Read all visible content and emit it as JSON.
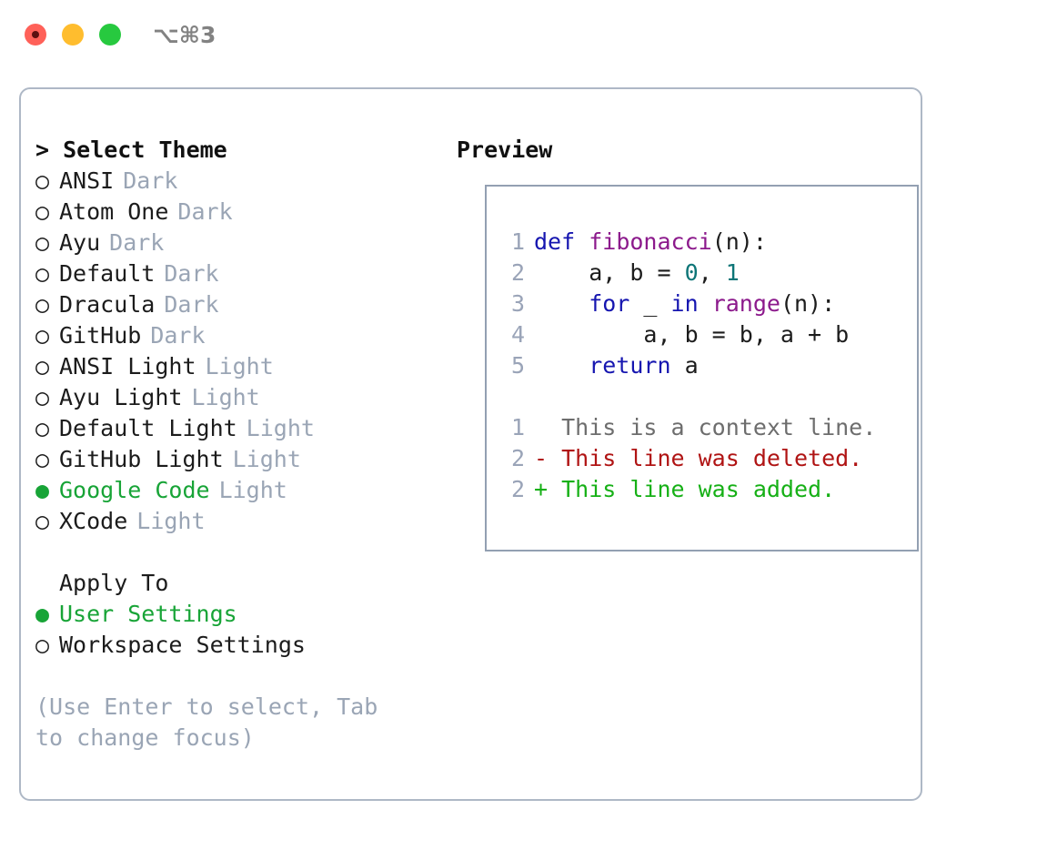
{
  "window": {
    "shortcut_label": "⌥⌘3",
    "traffic_lights": [
      {
        "name": "close",
        "color": "#ff6159"
      },
      {
        "name": "minimize",
        "color": "#ffbd2e"
      },
      {
        "name": "maximize",
        "color": "#27c93f"
      }
    ]
  },
  "colors": {
    "accent_green": "#18a437",
    "muted": "#9aa5b5",
    "border": "#aeb8c6",
    "preview_border": "#93a0b2",
    "keyword": "#1616b0",
    "function": "#8c1a8c",
    "number": "#0d7577",
    "text": "#1c1c1c",
    "diff_context": "#6d6d6d",
    "diff_deleted": "#b01414",
    "diff_added": "#16b016",
    "line_number": "#9aa4b8"
  },
  "theme_panel": {
    "title": "> Select Theme",
    "options": [
      {
        "bullet": "○",
        "label": "ANSI",
        "tag": "Dark",
        "selected": false
      },
      {
        "bullet": "○",
        "label": "Atom One",
        "tag": "Dark",
        "selected": false
      },
      {
        "bullet": "○",
        "label": "Ayu",
        "tag": "Dark",
        "selected": false
      },
      {
        "bullet": "○",
        "label": "Default",
        "tag": "Dark",
        "selected": false
      },
      {
        "bullet": "○",
        "label": "Dracula",
        "tag": "Dark",
        "selected": false
      },
      {
        "bullet": "○",
        "label": "GitHub",
        "tag": "Dark",
        "selected": false
      },
      {
        "bullet": "○",
        "label": "ANSI Light",
        "tag": "Light",
        "selected": false
      },
      {
        "bullet": "○",
        "label": "Ayu Light",
        "tag": "Light",
        "selected": false
      },
      {
        "bullet": "○",
        "label": "Default Light",
        "tag": "Light",
        "selected": false
      },
      {
        "bullet": "○",
        "label": "GitHub Light",
        "tag": "Light",
        "selected": false
      },
      {
        "bullet": "●",
        "label": "Google Code",
        "tag": "Light",
        "selected": true
      },
      {
        "bullet": "○",
        "label": "XCode",
        "tag": "Light",
        "selected": false
      }
    ]
  },
  "apply_to": {
    "title": "Apply To",
    "options": [
      {
        "bullet": "●",
        "label": "User Settings",
        "selected": true
      },
      {
        "bullet": "○",
        "label": "Workspace Settings",
        "selected": false
      }
    ]
  },
  "hint": "(Use Enter to select, Tab to change focus)",
  "preview_panel": {
    "title": "Preview",
    "code_lines": [
      {
        "ln": "1",
        "tokens": [
          {
            "t": "def ",
            "c": "kw"
          },
          {
            "t": "fibonacci",
            "c": "fn"
          },
          {
            "t": "(n):",
            "c": "txt"
          }
        ]
      },
      {
        "ln": "2",
        "tokens": [
          {
            "t": "    a, b = ",
            "c": "txt"
          },
          {
            "t": "0",
            "c": "num"
          },
          {
            "t": ", ",
            "c": "txt"
          },
          {
            "t": "1",
            "c": "num"
          }
        ]
      },
      {
        "ln": "3",
        "tokens": [
          {
            "t": "    for ",
            "c": "kw"
          },
          {
            "t": "_ ",
            "c": "txt"
          },
          {
            "t": "in ",
            "c": "kw"
          },
          {
            "t": "range",
            "c": "fn"
          },
          {
            "t": "(n):",
            "c": "txt"
          }
        ]
      },
      {
        "ln": "4",
        "tokens": [
          {
            "t": "        a, b = b, a + b",
            "c": "txt"
          }
        ]
      },
      {
        "ln": "5",
        "tokens": [
          {
            "t": "    return ",
            "c": "kw"
          },
          {
            "t": "a",
            "c": "txt"
          }
        ]
      }
    ],
    "diff_lines": [
      {
        "ln": "1",
        "marker": "  ",
        "text": "This is a context line.",
        "kind": "ctx"
      },
      {
        "ln": "2",
        "marker": "- ",
        "text": "This line was deleted.",
        "kind": "del"
      },
      {
        "ln": "2",
        "marker": "+ ",
        "text": "This line was added.",
        "kind": "add"
      }
    ]
  }
}
